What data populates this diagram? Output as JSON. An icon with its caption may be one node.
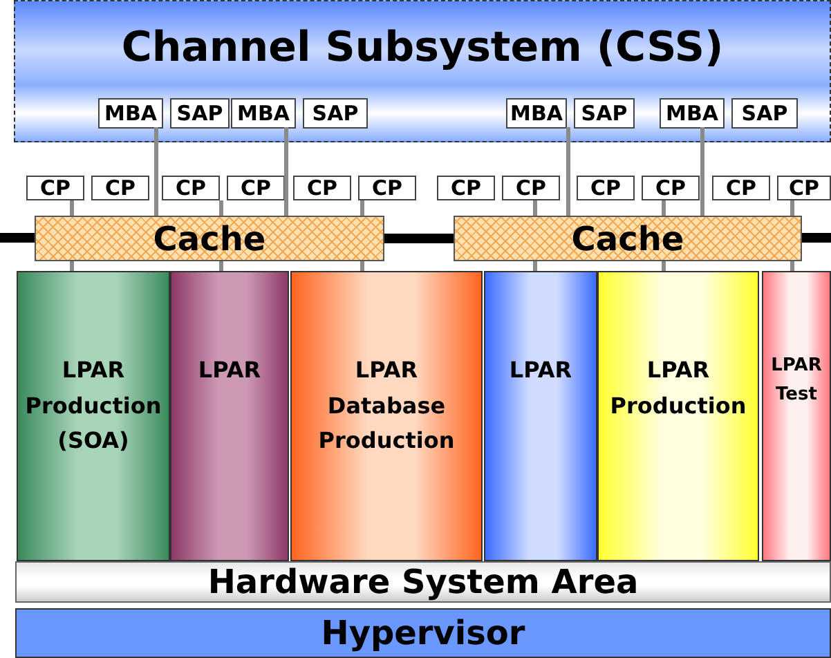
{
  "diagram": {
    "nodes": [
      {
        "text": [
          "Channel Subsystem (CSS)"
        ]
      },
      {
        "text": [
          "MBA"
        ],
        "in": 0
      },
      {
        "text": [
          "SAP"
        ],
        "in": 0
      },
      {
        "text": [
          "MBA"
        ],
        "in": 0
      },
      {
        "text": [
          "SAP"
        ],
        "in": 0
      },
      {
        "text": [
          "MBA"
        ],
        "in": 0
      },
      {
        "text": [
          "SAP"
        ],
        "in": 0
      },
      {
        "text": [
          "MBA"
        ],
        "in": 0
      },
      {
        "text": [
          "SAP"
        ],
        "in": 0
      },
      {
        "text": [
          "CP"
        ]
      },
      {
        "text": [
          "CP"
        ]
      },
      {
        "text": [
          "CP"
        ]
      },
      {
        "text": [
          "CP"
        ]
      },
      {
        "text": [
          "CP"
        ]
      },
      {
        "text": [
          "CP"
        ]
      },
      {
        "text": [
          "CP"
        ]
      },
      {
        "text": [
          "CP"
        ]
      },
      {
        "text": [
          "CP"
        ]
      },
      {
        "text": [
          "CP"
        ]
      },
      {
        "text": [
          "CP"
        ]
      },
      {
        "text": [
          "CP"
        ]
      },
      {
        "text": [
          "Cache"
        ]
      },
      {
        "text": [
          "Cache"
        ]
      },
      {
        "text": [
          "LPAR Production (SOA)"
        ]
      },
      {
        "text": [
          "LPAR"
        ]
      },
      {
        "text": [
          "LPAR Database Production"
        ]
      },
      {
        "text": [
          "LPAR"
        ]
      },
      {
        "text": [
          "LPAR Production"
        ]
      },
      {
        "text": [
          "LPAR Test"
        ]
      },
      {
        "text": [
          "Hardware System Area"
        ]
      },
      {
        "text": [
          "Hypervisor"
        ]
      }
    ],
    "edges": [
      {
        "from": 1,
        "to": 21,
        "arrow": "none"
      },
      {
        "from": 3,
        "to": 21,
        "arrow": "none"
      },
      {
        "from": 5,
        "to": 22,
        "arrow": "none"
      },
      {
        "from": 7,
        "to": 22,
        "arrow": "none"
      },
      {
        "from": 9,
        "to": 21,
        "arrow": "none"
      },
      {
        "from": 11,
        "to": 21,
        "arrow": "none"
      },
      {
        "from": 14,
        "to": 21,
        "arrow": "none"
      },
      {
        "from": 16,
        "to": 22,
        "arrow": "none"
      },
      {
        "from": 18,
        "to": 22,
        "arrow": "none"
      },
      {
        "from": 20,
        "to": 22,
        "arrow": "none"
      },
      {
        "from": 21,
        "to": 23,
        "arrow": "none"
      },
      {
        "from": 21,
        "to": 24,
        "arrow": "none"
      },
      {
        "from": 21,
        "to": 25,
        "arrow": "none"
      },
      {
        "from": 22,
        "to": 26,
        "arrow": "none"
      },
      {
        "from": 22,
        "to": 27,
        "arrow": "none"
      },
      {
        "from": 22,
        "to": 28,
        "arrow": "none"
      },
      {
        "from": 21,
        "to": 22,
        "arrow": "none",
        "style": "thick",
        "color": "#000000"
      }
    ]
  }
}
